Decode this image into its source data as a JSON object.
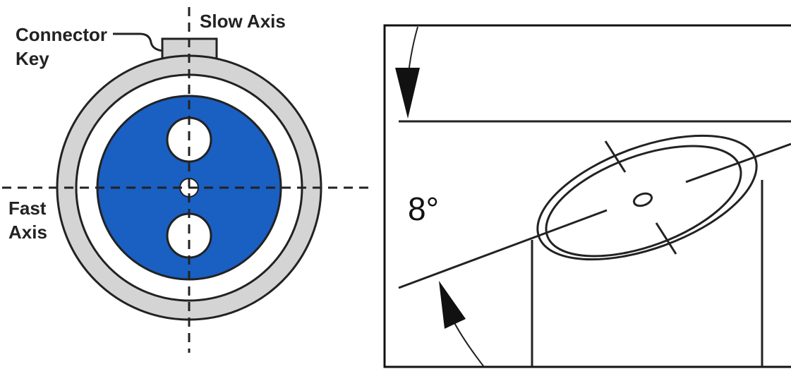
{
  "labels": {
    "connector_key_line1": "Connector",
    "connector_key_line2": "Key",
    "slow_axis": "Slow Axis",
    "fast_axis_line1": "Fast",
    "fast_axis_line2": "Axis",
    "angle": "8°"
  },
  "colors": {
    "fiber_core_blue": "#1a5fc2",
    "ferrule_gray": "#d4d4d4",
    "outline": "#222222",
    "background": "#ffffff"
  }
}
